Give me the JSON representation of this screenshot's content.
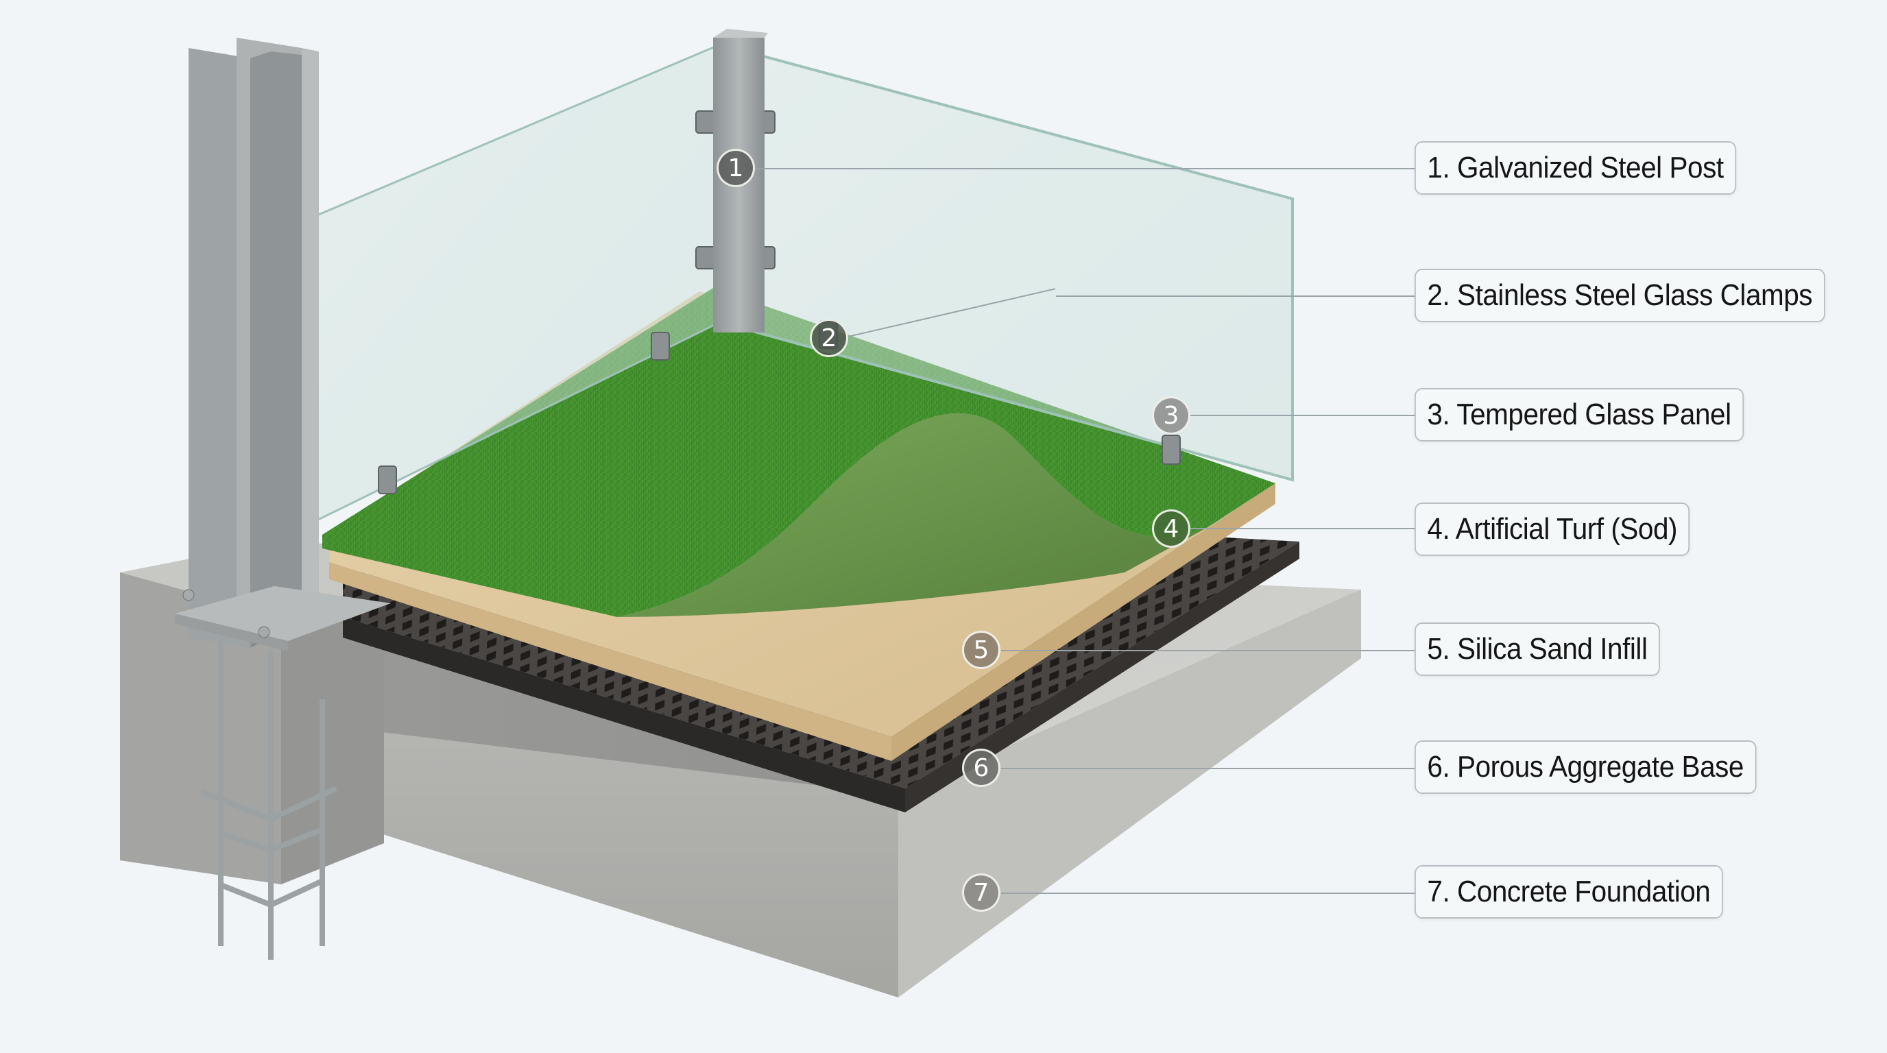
{
  "diagram": {
    "subject": "Rooftop artificial turf installation with glass balustrade - layered cutaway",
    "colors": {
      "background": "#f1f5f7",
      "turf": "#3f8a2c",
      "turf_backing": "#6a9a4a",
      "sand": "#dcc49a",
      "aggregate_grid": "#3a3836",
      "concrete": "#b3b3b0",
      "steel": "#9aa0a2",
      "glass": "#cfe3de",
      "label_border": "#b9bec2",
      "leader_line": "#9aa3a8"
    },
    "callouts": [
      {
        "number": "1",
        "label": "1. Galvanized Steel Post"
      },
      {
        "number": "2",
        "label": "2. Stainless Steel Glass Clamps"
      },
      {
        "number": "3",
        "label": "3. Tempered Glass Panel"
      },
      {
        "number": "4",
        "label": "4. Artificial Turf (Sod)"
      },
      {
        "number": "5",
        "label": "5. Silica Sand Infill"
      },
      {
        "number": "6",
        "label": "6. Porous Aggregate Base"
      },
      {
        "number": "7",
        "label": "7. Concrete Foundation"
      }
    ]
  }
}
